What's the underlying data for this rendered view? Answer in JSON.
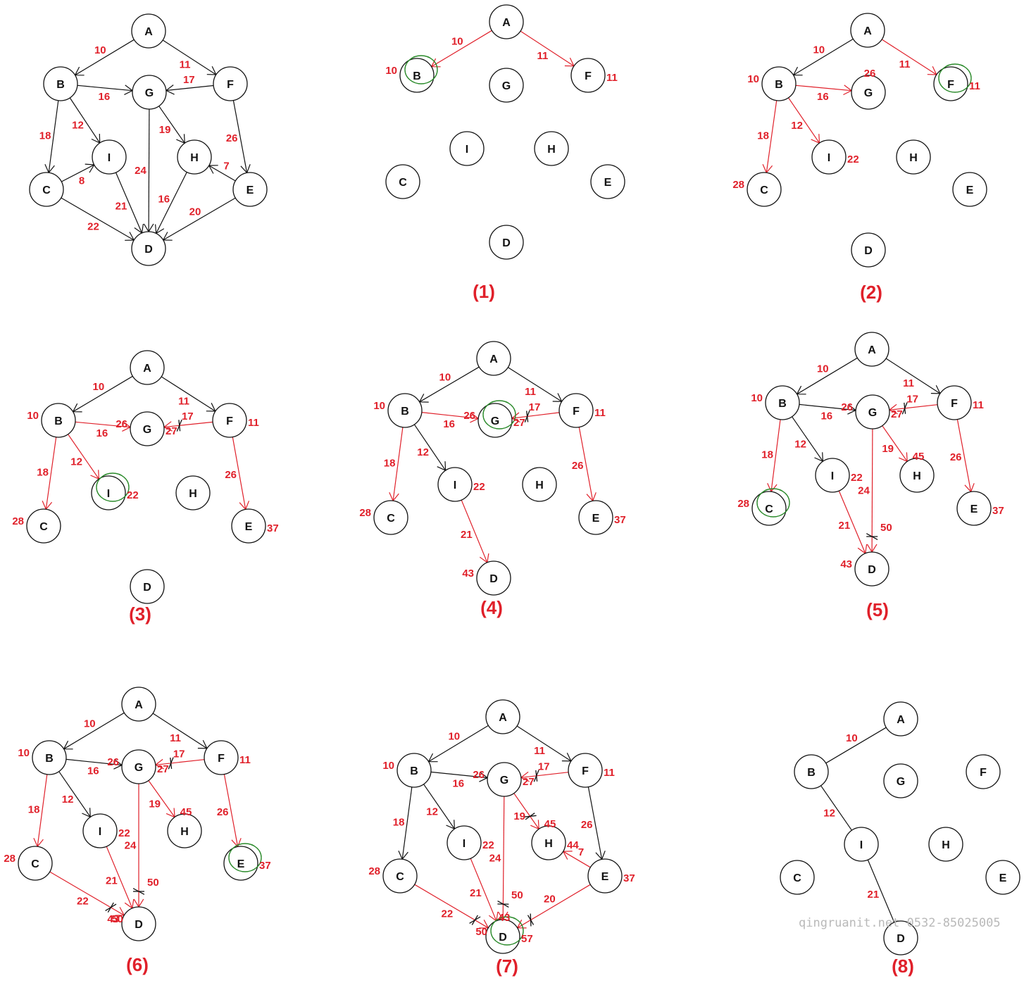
{
  "colors": {
    "black": "#111111",
    "red": "#e0202a",
    "green": "#2a8a2a",
    "watermark": "#b9b9b9"
  },
  "diagram": {
    "nodes": [
      {
        "id": "A",
        "label": "A"
      },
      {
        "id": "B",
        "label": "B"
      },
      {
        "id": "F",
        "label": "F"
      },
      {
        "id": "G",
        "label": "G"
      },
      {
        "id": "I",
        "label": "I"
      },
      {
        "id": "H",
        "label": "H"
      },
      {
        "id": "C",
        "label": "C"
      },
      {
        "id": "E",
        "label": "E"
      },
      {
        "id": "D",
        "label": "D"
      }
    ],
    "edges": [
      {
        "from": "A",
        "to": "B",
        "weight": "10"
      },
      {
        "from": "A",
        "to": "F",
        "weight": "11"
      },
      {
        "from": "B",
        "to": "G",
        "weight": "16"
      },
      {
        "from": "F",
        "to": "G",
        "weight": "17"
      },
      {
        "from": "B",
        "to": "C",
        "weight": "18"
      },
      {
        "from": "B",
        "to": "I",
        "weight": "12"
      },
      {
        "from": "G",
        "to": "H",
        "weight": "19"
      },
      {
        "from": "F",
        "to": "E",
        "weight": "26"
      },
      {
        "from": "C",
        "to": "I",
        "weight": "8"
      },
      {
        "from": "G",
        "to": "D",
        "weight": "24"
      },
      {
        "from": "I",
        "to": "D",
        "weight": "21"
      },
      {
        "from": "E",
        "to": "H",
        "weight": "7"
      },
      {
        "from": "H",
        "to": "D",
        "weight": "16"
      },
      {
        "from": "C",
        "to": "D",
        "weight": "22"
      },
      {
        "from": "E",
        "to": "D",
        "weight": "20"
      }
    ],
    "steps": [
      {
        "caption": "",
        "dist": [],
        "edges": [
          [
            "A",
            "B",
            "black"
          ],
          [
            "A",
            "F",
            "black"
          ],
          [
            "B",
            "G",
            "black"
          ],
          [
            "F",
            "G",
            "black"
          ],
          [
            "B",
            "C",
            "black"
          ],
          [
            "B",
            "I",
            "black"
          ],
          [
            "G",
            "H",
            "black"
          ],
          [
            "F",
            "E",
            "black"
          ],
          [
            "C",
            "I",
            "black"
          ],
          [
            "G",
            "D",
            "black"
          ],
          [
            "I",
            "D",
            "black"
          ],
          [
            "E",
            "H",
            "black"
          ],
          [
            "H",
            "D",
            "black"
          ],
          [
            "C",
            "D",
            "black"
          ],
          [
            "E",
            "D",
            "black"
          ]
        ],
        "crossed": [],
        "circled": null
      },
      {
        "caption": "(1)",
        "dist": [
          [
            "B",
            "10",
            "left"
          ],
          [
            "F",
            "11",
            "right"
          ]
        ],
        "edges": [
          [
            "A",
            "B",
            "red",
            false
          ],
          [
            "A",
            "F",
            "red",
            false
          ]
        ],
        "crossed": [],
        "circled": "B"
      },
      {
        "caption": "(2)",
        "dist": [
          [
            "B",
            "10",
            "left"
          ],
          [
            "F",
            "11",
            "right"
          ],
          [
            "G",
            "26",
            "top"
          ],
          [
            "I",
            "22",
            "right"
          ],
          [
            "C",
            "28",
            "left"
          ]
        ],
        "edges": [
          [
            "A",
            "B",
            "black"
          ],
          [
            "A",
            "F",
            "red"
          ],
          [
            "B",
            "G",
            "red"
          ],
          [
            "B",
            "C",
            "red"
          ],
          [
            "B",
            "I",
            "red"
          ]
        ],
        "crossed": [],
        "circled": "F"
      },
      {
        "caption": "(3)",
        "dist": [
          [
            "B",
            "10",
            "left"
          ],
          [
            "F",
            "11",
            "right"
          ],
          [
            "G",
            "26",
            "left"
          ],
          [
            "G",
            "27",
            "right"
          ],
          [
            "I",
            "22",
            "right"
          ],
          [
            "C",
            "28",
            "left"
          ],
          [
            "E",
            "37",
            "right"
          ]
        ],
        "edges": [
          [
            "A",
            "B",
            "black"
          ],
          [
            "A",
            "F",
            "black"
          ],
          [
            "B",
            "G",
            "red"
          ],
          [
            "F",
            "G",
            "red"
          ],
          [
            "B",
            "C",
            "red"
          ],
          [
            "B",
            "I",
            "red"
          ],
          [
            "F",
            "E",
            "red"
          ]
        ],
        "crossed": [
          [
            "F",
            "G"
          ]
        ],
        "circled": "I"
      },
      {
        "caption": "(4)",
        "dist": [
          [
            "B",
            "10",
            "left"
          ],
          [
            "F",
            "11",
            "right"
          ],
          [
            "G",
            "26",
            "left"
          ],
          [
            "G",
            "27",
            "right"
          ],
          [
            "I",
            "22",
            "right"
          ],
          [
            "C",
            "28",
            "left"
          ],
          [
            "E",
            "37",
            "right"
          ],
          [
            "D",
            "43",
            "left"
          ]
        ],
        "edges": [
          [
            "A",
            "B",
            "black"
          ],
          [
            "A",
            "F",
            "black"
          ],
          [
            "B",
            "G",
            "red"
          ],
          [
            "F",
            "G",
            "red"
          ],
          [
            "B",
            "C",
            "red"
          ],
          [
            "B",
            "I",
            "black"
          ],
          [
            "F",
            "E",
            "red"
          ],
          [
            "I",
            "D",
            "red"
          ]
        ],
        "crossed": [
          [
            "F",
            "G"
          ]
        ],
        "circled": "G"
      },
      {
        "caption": "(5)",
        "dist": [
          [
            "B",
            "10",
            "left"
          ],
          [
            "F",
            "11",
            "right"
          ],
          [
            "G",
            "26",
            "left"
          ],
          [
            "G",
            "27",
            "right"
          ],
          [
            "I",
            "22",
            "right"
          ],
          [
            "C",
            "28",
            "left"
          ],
          [
            "E",
            "37",
            "right"
          ],
          [
            "D",
            "43",
            "left"
          ],
          [
            "H",
            "45",
            "top"
          ],
          [
            "D",
            "50",
            "rtop"
          ]
        ],
        "edges": [
          [
            "A",
            "B",
            "black"
          ],
          [
            "A",
            "F",
            "black"
          ],
          [
            "B",
            "G",
            "black"
          ],
          [
            "F",
            "G",
            "red"
          ],
          [
            "B",
            "C",
            "red"
          ],
          [
            "B",
            "I",
            "black"
          ],
          [
            "G",
            "H",
            "red"
          ],
          [
            "F",
            "E",
            "red"
          ],
          [
            "G",
            "D",
            "red"
          ],
          [
            "I",
            "D",
            "red"
          ]
        ],
        "crossed": [
          [
            "F",
            "G"
          ],
          [
            "G",
            "D"
          ]
        ],
        "circled": "C"
      },
      {
        "caption": "(6)",
        "dist": [
          [
            "B",
            "10",
            "left"
          ],
          [
            "F",
            "11",
            "right"
          ],
          [
            "G",
            "26",
            "left"
          ],
          [
            "G",
            "27",
            "right"
          ],
          [
            "I",
            "22",
            "right"
          ],
          [
            "C",
            "28",
            "left"
          ],
          [
            "E",
            "37",
            "right"
          ],
          [
            "D",
            "43",
            "left"
          ],
          [
            "H",
            "45",
            "top"
          ],
          [
            "D",
            "50",
            "rtop"
          ],
          [
            "D",
            "50",
            "ltop"
          ]
        ],
        "edges": [
          [
            "A",
            "B",
            "black"
          ],
          [
            "A",
            "F",
            "black"
          ],
          [
            "B",
            "G",
            "black"
          ],
          [
            "F",
            "G",
            "red"
          ],
          [
            "B",
            "C",
            "red"
          ],
          [
            "B",
            "I",
            "black"
          ],
          [
            "G",
            "H",
            "red"
          ],
          [
            "F",
            "E",
            "red"
          ],
          [
            "G",
            "D",
            "red"
          ],
          [
            "I",
            "D",
            "red"
          ],
          [
            "C",
            "D",
            "red"
          ]
        ],
        "crossed": [
          [
            "F",
            "G"
          ],
          [
            "G",
            "D"
          ],
          [
            "C",
            "D"
          ]
        ],
        "circled": "E"
      },
      {
        "caption": "(7)",
        "dist": [
          [
            "B",
            "10",
            "left"
          ],
          [
            "F",
            "11",
            "right"
          ],
          [
            "G",
            "26",
            "left"
          ],
          [
            "G",
            "27",
            "right"
          ],
          [
            "I",
            "22",
            "right"
          ],
          [
            "C",
            "28",
            "left"
          ],
          [
            "E",
            "37",
            "right"
          ],
          [
            "H",
            "45",
            "top"
          ],
          [
            "H",
            "44",
            "right"
          ],
          [
            "D",
            "43",
            "top"
          ],
          [
            "D",
            "50",
            "rtop"
          ],
          [
            "D",
            "50",
            "ltop"
          ],
          [
            "D",
            "57",
            "right"
          ]
        ],
        "edges": [
          [
            "A",
            "B",
            "black"
          ],
          [
            "A",
            "F",
            "black"
          ],
          [
            "B",
            "G",
            "black"
          ],
          [
            "F",
            "G",
            "red"
          ],
          [
            "B",
            "C",
            "black"
          ],
          [
            "B",
            "I",
            "black"
          ],
          [
            "G",
            "H",
            "red"
          ],
          [
            "F",
            "E",
            "black"
          ],
          [
            "G",
            "D",
            "red"
          ],
          [
            "I",
            "D",
            "red"
          ],
          [
            "E",
            "H",
            "red"
          ],
          [
            "C",
            "D",
            "red"
          ],
          [
            "E",
            "D",
            "red"
          ]
        ],
        "crossed": [
          [
            "F",
            "G"
          ],
          [
            "G",
            "D"
          ],
          [
            "C",
            "D"
          ],
          [
            "E",
            "D"
          ],
          [
            "G",
            "H"
          ]
        ],
        "circled": "D"
      },
      {
        "caption": "(8)",
        "dist": [],
        "edges": [
          [
            "A",
            "B",
            "black"
          ],
          [
            "B",
            "I",
            "black"
          ],
          [
            "I",
            "D",
            "black"
          ]
        ],
        "crossed": [],
        "circled": null,
        "noArrows": true
      }
    ]
  },
  "watermark": "qingruanit.net 0532-85025005"
}
